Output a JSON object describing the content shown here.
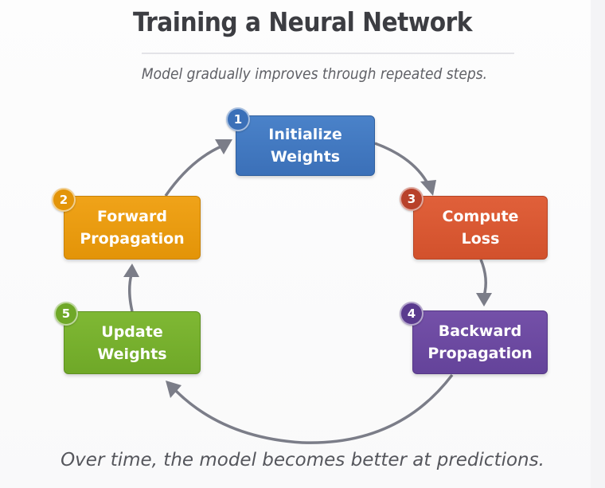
{
  "header": {
    "title": "Training a Neural Network",
    "subtitle": "Model gradually improves through repeated steps."
  },
  "steps": [
    {
      "number": "1",
      "label": "Initialize\nWeights",
      "color": "#3b70b8"
    },
    {
      "number": "2",
      "label": "Forward\nPropagation",
      "color": "#e39408"
    },
    {
      "number": "3",
      "label": "Compute\nLoss",
      "color": "#d2512c"
    },
    {
      "number": "4",
      "label": "Backward\nPropagation",
      "color": "#64439a"
    },
    {
      "number": "5",
      "label": "Update\nWeights",
      "color": "#6fa828"
    }
  ],
  "flow": [
    {
      "from": "Initialize Weights",
      "to": "Compute Loss"
    },
    {
      "from": "Compute Loss",
      "to": "Backward Propagation"
    },
    {
      "from": "Backward Propagation",
      "to": "Update Weights"
    },
    {
      "from": "Update Weights",
      "to": "Forward Propagation"
    },
    {
      "from": "Forward Propagation",
      "to": "Initialize Weights"
    }
  ],
  "arrow_color": "#7b7d88",
  "footer": {
    "text": "Over time, the model becomes better at predictions."
  }
}
